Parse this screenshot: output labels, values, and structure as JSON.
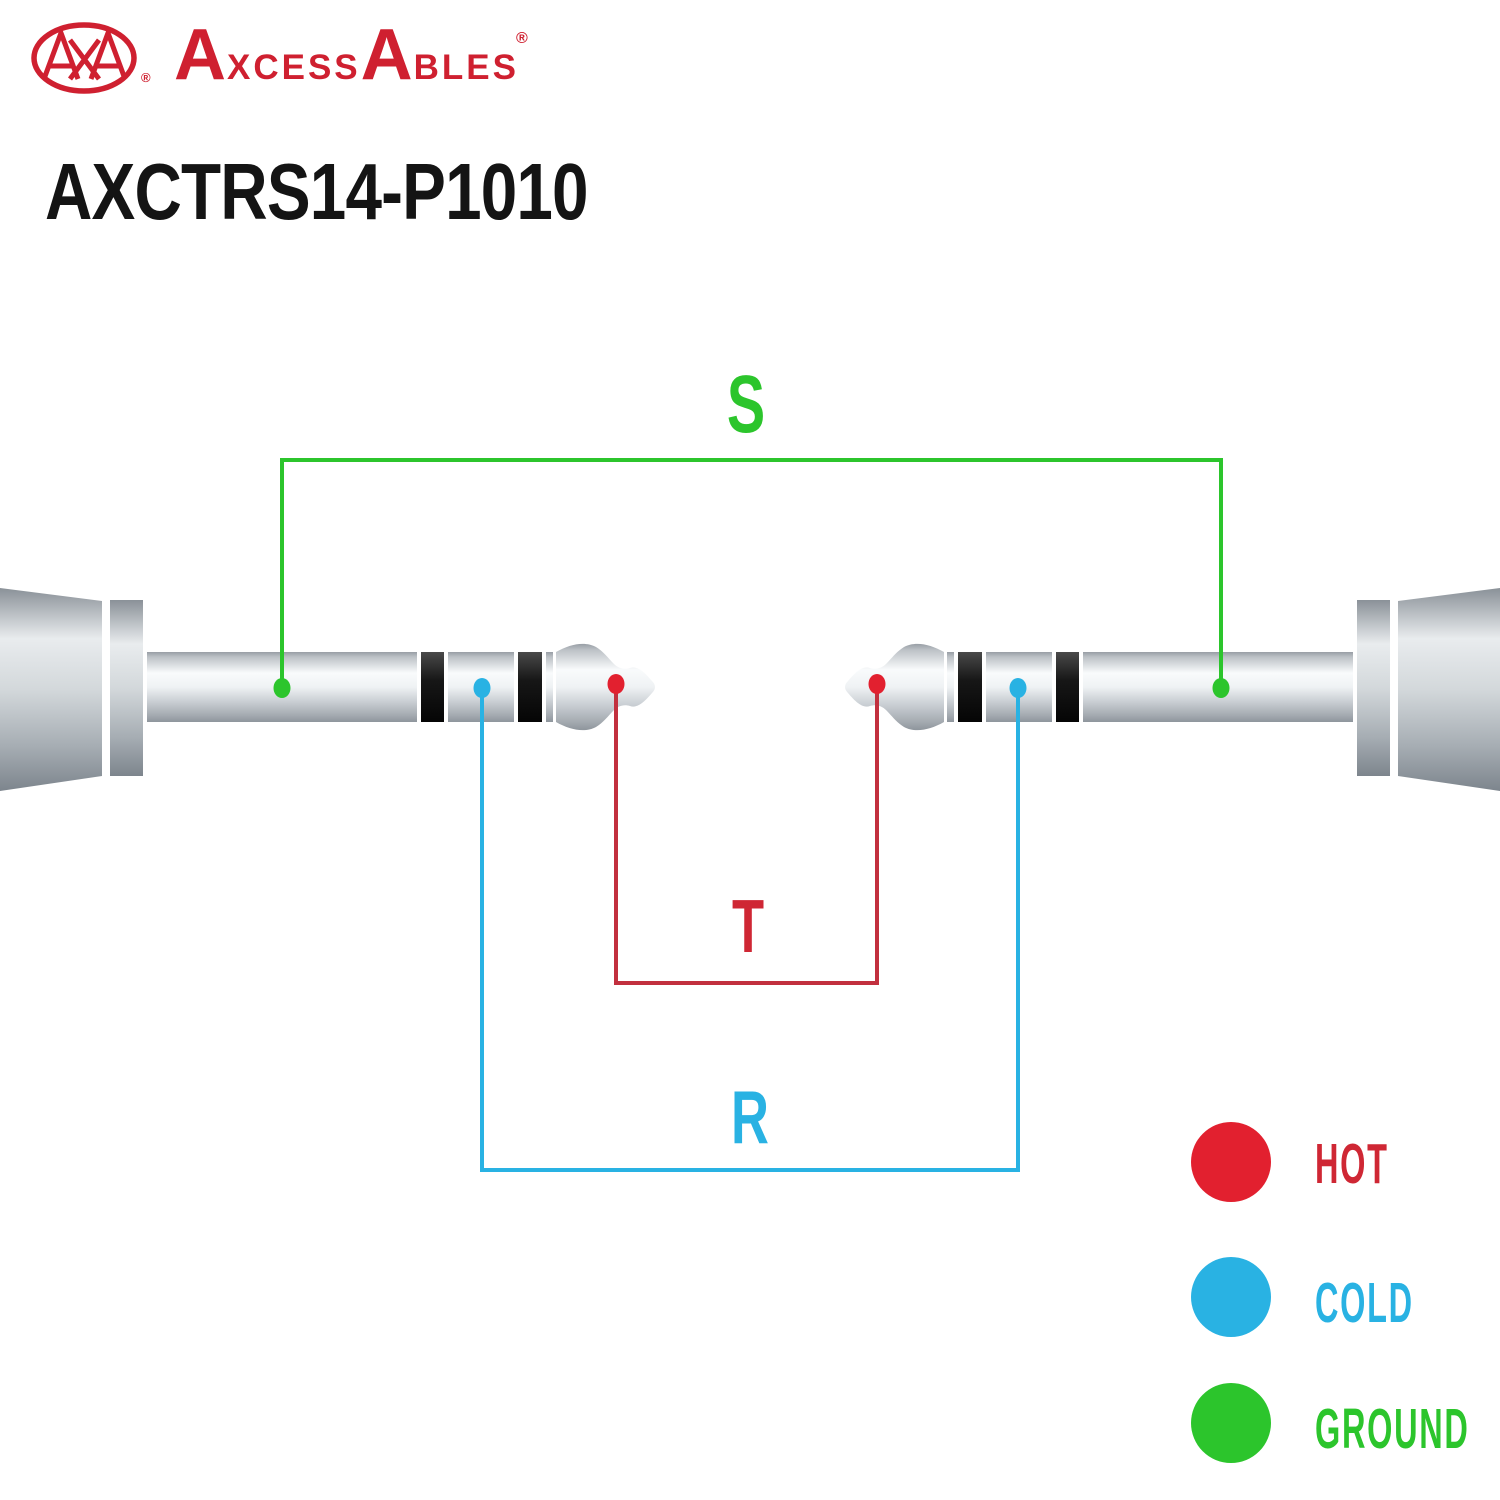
{
  "brand": {
    "wordmark_a1": "A",
    "wordmark_mid1": "XCESS",
    "wordmark_a2": "A",
    "wordmark_mid2": "BLES",
    "registered": "®",
    "logo_monogram": "AXA"
  },
  "title": "AXCTRS14-P1010",
  "diagram": {
    "labels": {
      "sleeve": "S",
      "tip": "T",
      "ring": "R"
    }
  },
  "colors": {
    "brand_red": "#cf2030",
    "hot": "#e2202f",
    "hot_line": "#c2303e",
    "cold": "#29b2e3",
    "ground": "#2cc52c"
  },
  "legend": {
    "items": [
      {
        "name": "hot",
        "label": "HOT"
      },
      {
        "name": "cold",
        "label": "COLD"
      },
      {
        "name": "ground",
        "label": "GROUND"
      }
    ]
  }
}
